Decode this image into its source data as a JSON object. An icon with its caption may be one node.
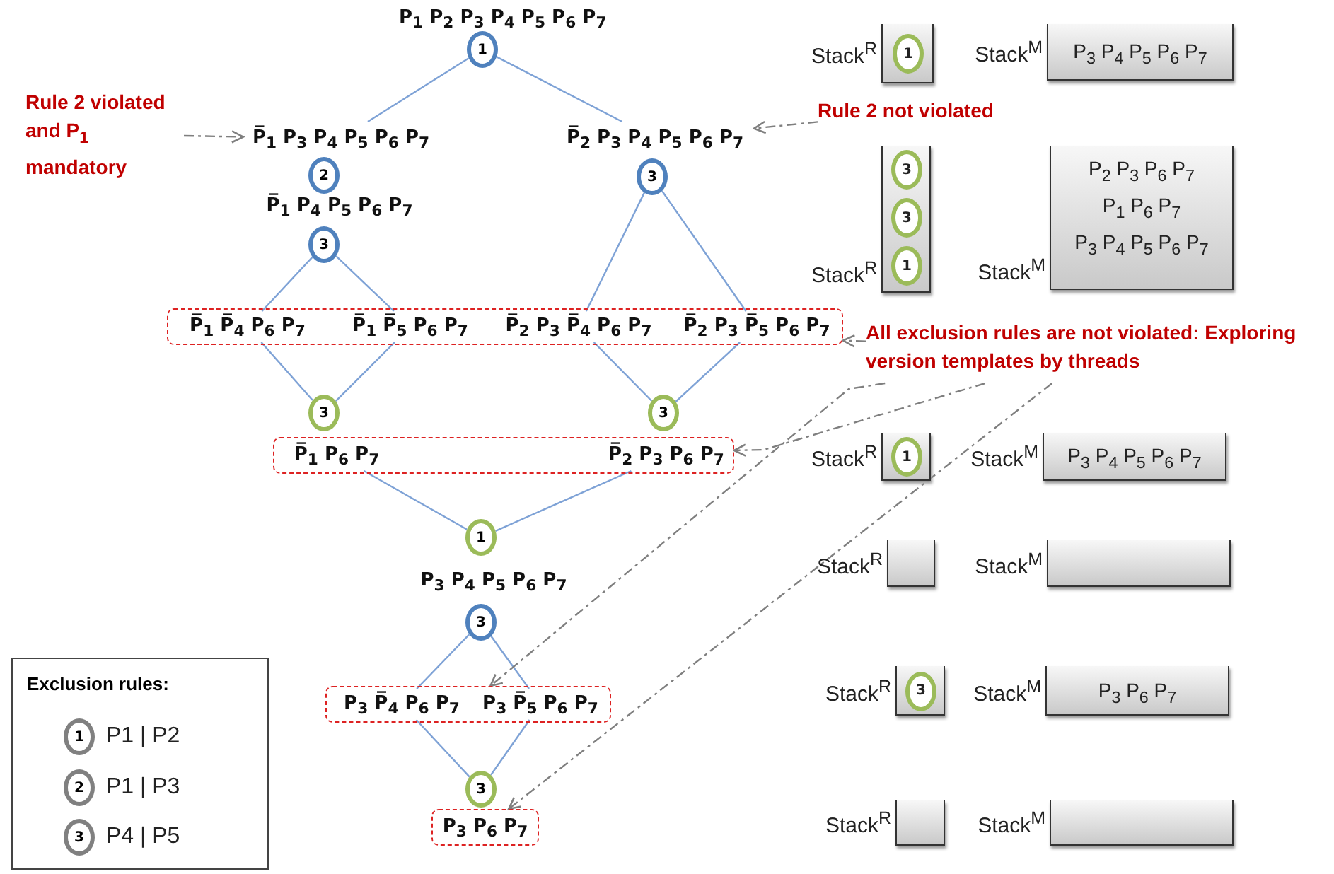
{
  "diagram": {
    "nodes": [
      {
        "text": [
          "P$_{1}$ P$_{2}$ P$_{3}$ P$_{4}$ P$_{5}$ P$_{6}$ P$_{7}$"
        ]
      },
      {
        "text": [
          "1"
        ]
      },
      {
        "text": [
          "P̅$_{1}$ P$_{3}$ P$_{4}$ P$_{5}$ P$_{6}$ P$_{7}$"
        ]
      },
      {
        "text": [
          "2"
        ]
      },
      {
        "text": [
          "P̅$_{1}$ P$_{4}$ P$_{5}$ P$_{6}$ P$_{7}$"
        ]
      },
      {
        "text": [
          "3"
        ]
      },
      {
        "text": [
          "P̅$_{2}$ P$_{3}$ P$_{4}$ P$_{5}$ P$_{6}$ P$_{7}$"
        ]
      },
      {
        "text": [
          "3"
        ]
      },
      {
        "text": [],
        "shape": "box"
      },
      {
        "text": [
          "P̅$_{1}$ P̅$_{4}$ P$_{6}$ P$_{7}$"
        ],
        "in": 8
      },
      {
        "text": [
          "P̅$_{1}$ P̅$_{5}$ P$_{6}$ P$_{7}$"
        ],
        "in": 8
      },
      {
        "text": [
          "P̅$_{2}$ P$_{3}$ P̅$_{4}$ P$_{6}$ P$_{7}$"
        ],
        "in": 8
      },
      {
        "text": [
          "P̅$_{2}$ P$_{3}$ P̅$_{5}$ P$_{6}$ P$_{7}$"
        ],
        "in": 8
      },
      {
        "text": [
          "3"
        ]
      },
      {
        "text": [
          "3"
        ]
      },
      {
        "text": [],
        "shape": "box"
      },
      {
        "text": [
          "P̅$_{1}$ P$_{6}$ P$_{7}$"
        ],
        "in": 15
      },
      {
        "text": [
          "P̅$_{2}$ P$_{3}$ P$_{6}$ P$_{7}$"
        ],
        "in": 15
      },
      {
        "text": [
          "1"
        ]
      },
      {
        "text": [
          "P$_{3}$ P$_{4}$ P$_{5}$ P$_{6}$ P$_{7}$"
        ]
      },
      {
        "text": [
          "3"
        ]
      },
      {
        "text": [],
        "shape": "box"
      },
      {
        "text": [
          "P$_{3}$ P̅$_{4}$ P$_{6}$ P$_{7}$"
        ],
        "in": 21
      },
      {
        "text": [
          "P$_{3}$ P̅$_{5}$ P$_{6}$ P$_{7}$"
        ],
        "in": 21
      },
      {
        "text": [
          "3"
        ]
      },
      {
        "text": [
          "P$_{3}$ P$_{6}$ P$_{7}$"
        ]
      },
      {
        "text": [
          "Rule 2 violated and P$_{1}$ mandatory"
        ]
      },
      {
        "text": [
          "Rule 2 not violated"
        ]
      },
      {
        "text": [
          "All exclusion rules are not violated: Exploring version templates by threads"
        ]
      },
      {
        "text": [],
        "shape": "box",
        "beside": [
          "Stack$^{R}$"
        ]
      },
      {
        "text": [
          "1"
        ],
        "in": 29
      },
      {
        "text": [
          "P$_{3}$ P$_{4}$ P$_{5}$ P$_{6}$ P$_{7}$"
        ],
        "beside": [
          "Stack$^{M}$"
        ]
      },
      {
        "text": [],
        "shape": "box",
        "beside": [
          "Stack$^{R}$"
        ]
      },
      {
        "text": [
          "3"
        ],
        "in": 32
      },
      {
        "text": [
          "3"
        ],
        "in": 32
      },
      {
        "text": [
          "1"
        ],
        "in": 32
      },
      {
        "text": [
          "P$_{2}$ P$_{3}$ P$_{6}$ P$_{7}$",
          "P$_{1}$ P$_{6}$ P$_{7}$",
          "P$_{3}$ P$_{4}$ P$_{5}$ P$_{6}$ P$_{7}$"
        ],
        "beside": [
          "Stack$^{M}$"
        ]
      },
      {
        "text": [],
        "shape": "box",
        "beside": [
          "Stack$^{R}$"
        ]
      },
      {
        "text": [
          "1"
        ],
        "in": 37
      },
      {
        "text": [
          "P$_{3}$ P$_{4}$ P$_{5}$ P$_{6}$ P$_{7}$"
        ],
        "beside": [
          "Stack$^{M}$"
        ]
      },
      {
        "text": [],
        "shape": "box",
        "beside": [
          "Stack$^{R}$"
        ]
      },
      {
        "text": [],
        "shape": "box",
        "beside": [
          "Stack$^{M}$"
        ]
      },
      {
        "text": [],
        "shape": "box",
        "beside": [
          "Stack$^{R}$"
        ]
      },
      {
        "text": [
          "3"
        ],
        "in": 42
      },
      {
        "text": [
          "P$_{3}$ P$_{6}$ P$_{7}$"
        ],
        "beside": [
          "Stack$^{M}$"
        ]
      },
      {
        "text": [],
        "shape": "box",
        "beside": [
          "Stack$^{R}$"
        ]
      },
      {
        "text": [],
        "shape": "box",
        "beside": [
          "Stack$^{M}$"
        ]
      },
      {
        "text": [
          "Exclusion rules:"
        ]
      },
      {
        "text": [
          "1"
        ],
        "in": 47,
        "beside": [
          "P1 | P2"
        ]
      },
      {
        "text": [
          "2"
        ],
        "in": 47,
        "beside": [
          "P1 | P3"
        ]
      },
      {
        "text": [
          "3"
        ],
        "in": 47,
        "beside": [
          "P4 | P5"
        ]
      }
    ],
    "edges": [
      {
        "from": 1,
        "to": 2,
        "arrow": "none"
      },
      {
        "from": 1,
        "to": 6,
        "arrow": "none"
      },
      {
        "from": 5,
        "to": 9,
        "arrow": "none"
      },
      {
        "from": 5,
        "to": 10,
        "arrow": "none"
      },
      {
        "from": 7,
        "to": 11,
        "arrow": "none"
      },
      {
        "from": 7,
        "to": 12,
        "arrow": "none"
      },
      {
        "from": 9,
        "to": 13,
        "arrow": "none"
      },
      {
        "from": 10,
        "to": 13,
        "arrow": "none"
      },
      {
        "from": 11,
        "to": 14,
        "arrow": "none"
      },
      {
        "from": 12,
        "to": 14,
        "arrow": "none"
      },
      {
        "from": 16,
        "to": 18,
        "arrow": "none"
      },
      {
        "from": 17,
        "to": 18,
        "arrow": "none"
      },
      {
        "from": 20,
        "to": 22,
        "arrow": "none"
      },
      {
        "from": 20,
        "to": 23,
        "arrow": "none"
      },
      {
        "from": 22,
        "to": 24,
        "arrow": "none"
      },
      {
        "from": 23,
        "to": 24,
        "arrow": "none"
      },
      {
        "from": 26,
        "to": 2,
        "arrow": "to",
        "style": "dashed",
        "color": "#7f7f7f"
      },
      {
        "from": 27,
        "to": 6,
        "arrow": "to",
        "style": "dashed",
        "color": "#7f7f7f"
      },
      {
        "from": 28,
        "to": 8,
        "arrow": "to",
        "style": "dashed",
        "color": "#7f7f7f"
      },
      {
        "from": 28,
        "to": 15,
        "arrow": "to",
        "style": "dashed",
        "color": "#7f7f7f"
      },
      {
        "from": 28,
        "to": 21,
        "arrow": "to",
        "style": "dashed",
        "color": "#7f7f7f"
      },
      {
        "from": 28,
        "to": 25,
        "arrow": "to",
        "style": "dashed",
        "color": "#7f7f7f"
      }
    ]
  }
}
